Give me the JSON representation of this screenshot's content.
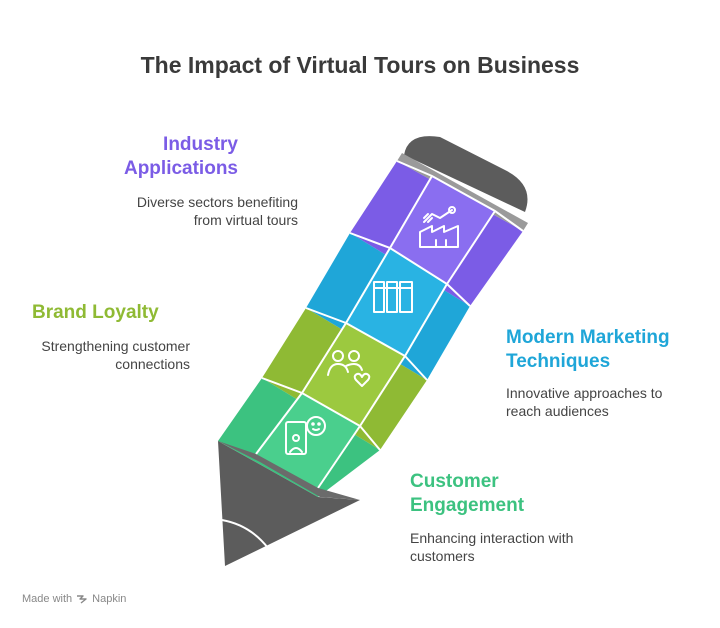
{
  "title": "The Impact of Virtual Tours on Business",
  "items": [
    {
      "label_line1": "Industry",
      "label_line2": "Applications",
      "desc_line1": "Diverse sectors benefiting",
      "desc_line2": "from virtual tours",
      "color": "#7b5ce6",
      "icon": "factory-robot-arm-icon"
    },
    {
      "label_line1": "Modern Marketing",
      "label_line2": "Techniques",
      "desc_line1": "Innovative approaches to",
      "desc_line2": "reach audiences",
      "color": "#1fa6d8",
      "icon": "book-columns-icon"
    },
    {
      "label_line1": "Brand Loyalty",
      "label_line2": "",
      "desc_line1": "Strengthening customer",
      "desc_line2": "connections",
      "color": "#8fba34",
      "icon": "people-heart-icon"
    },
    {
      "label_line1": "Customer",
      "label_line2": "Engagement",
      "desc_line1": "Enhancing interaction with",
      "desc_line2": "customers",
      "color": "#3cc280",
      "icon": "person-chat-icon"
    }
  ],
  "footer": {
    "made_with": "Made with",
    "brand": "Napkin"
  }
}
